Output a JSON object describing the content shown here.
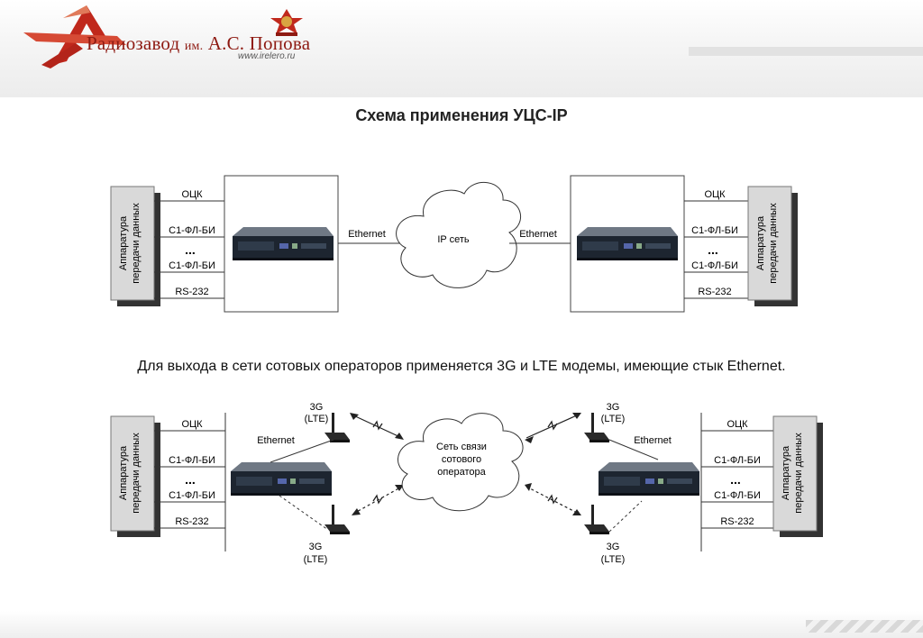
{
  "brand": {
    "name": "Радиозавод",
    "name_small": "им.",
    "name_rest": "А.С. Попова",
    "site": "www.irelero.ru"
  },
  "title": "Схема применения УЦС-IP",
  "note": "Для выхода в сети сотовых операторов применяется 3G и LTE модемы, имеющие стык Ethernet.",
  "diagram": {
    "equipment_line1": "Аппаратура",
    "equipment_line2": "передачи данных",
    "iface_ock": "ОЦК",
    "iface_c1_1": "С1-ФЛ-БИ",
    "iface_dots": "...",
    "iface_c1_2": "С1-ФЛ-БИ",
    "iface_rs": "RS-232",
    "ethernet": "Ethernet",
    "ip_net": "IP сеть",
    "cell_line1": "Сеть связи",
    "cell_line2": "сотового",
    "cell_line3": "оператора",
    "modem_3g": "3G",
    "modem_lte": "(LTE)"
  },
  "colors": {
    "accent_red": "#c0281c",
    "device_body": "#1d2530",
    "box_gray": "#d9d9d9"
  }
}
